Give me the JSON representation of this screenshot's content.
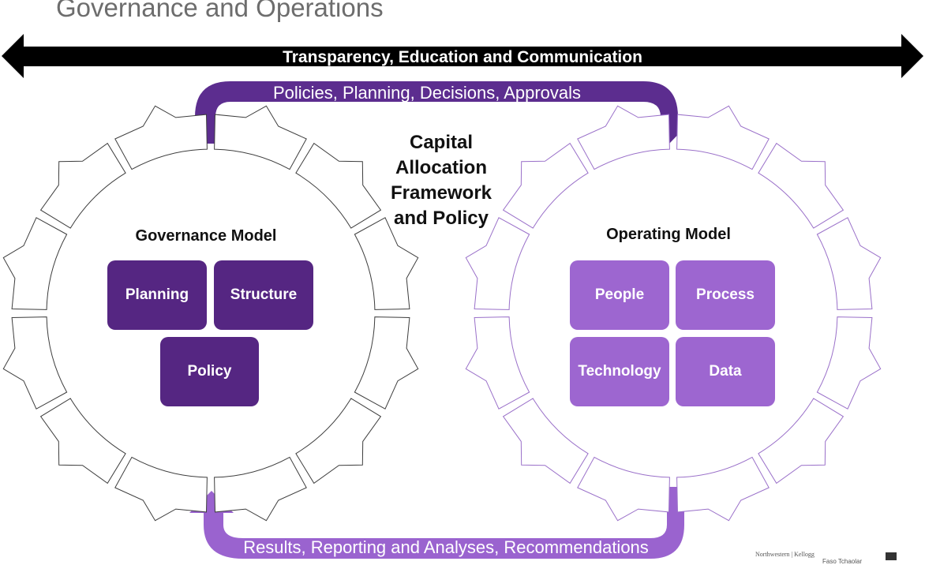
{
  "page": {
    "title": "Governance and Operations",
    "banner": "Transparency, Education and Communication",
    "top_flow": "Policies, Planning, Decisions, Approvals",
    "bottom_flow": "Results, Reporting and Analyses, Recommendations",
    "center_title": [
      "Capital",
      "Allocation",
      "Framework",
      "and Policy"
    ],
    "footer_logo": "Northwestern | Kellogg",
    "footer_logo2": "Faso Tchaolar"
  },
  "governance": {
    "title": "Governance Model",
    "boxes": [
      "Planning",
      "Structure",
      "Policy"
    ]
  },
  "operating": {
    "title": "Operating Model",
    "boxes": [
      "People",
      "Process",
      "Technology",
      "Data"
    ]
  },
  "colors": {
    "dark_purple": "#552682",
    "light_purple": "#9d66d0",
    "top_arrow": "#5c2d8f",
    "bottom_arrow": "#9a63cf",
    "banner": "#000000",
    "title_gray": "#6d6d6d"
  }
}
